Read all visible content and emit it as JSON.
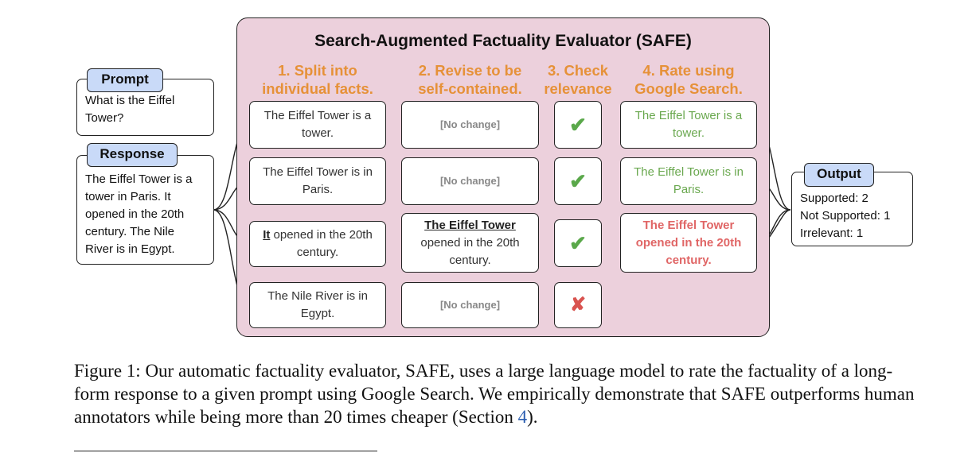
{
  "diagram": {
    "title": "Search-Augmented Factuality Evaluator (SAFE)",
    "steps": [
      {
        "line1": "1. Split into",
        "line2": "individual facts."
      },
      {
        "line1": "2. Revise to be",
        "line2": "self-contained."
      },
      {
        "line1": "3. Check",
        "line2": "relevance"
      },
      {
        "line1": "4. Rate using",
        "line2": "Google Search."
      }
    ],
    "prompt": {
      "tag": "Prompt",
      "text": "What is the Eiffel Tower?"
    },
    "response": {
      "tag": "Response",
      "text": "The Eiffel Tower is a tower in Paris. It opened in the 20th century. The Nile River is in Egypt."
    },
    "facts": [
      {
        "split": "The Eiffel Tower is a tower.",
        "revised": "[No change]",
        "relevance": "✔",
        "rating": "The Eiffel Tower is a tower."
      },
      {
        "split": "The Eiffel Tower is in Paris.",
        "revised": "[No change]",
        "relevance": "✔",
        "rating": "The Eiffel Tower is in Paris."
      },
      {
        "split_pronoun": "It",
        "split_rest": " opened in the 20th century.",
        "revised_subject": "The Eiffel Tower",
        "revised_rest": " opened in the 20th century.",
        "relevance": "✔",
        "rating": "The Eiffel Tower opened in the 20th century."
      },
      {
        "split": "The Nile River is in Egypt.",
        "revised": "[No change]",
        "relevance": "✘"
      }
    ],
    "output": {
      "tag": "Output",
      "lines": [
        "Supported: 2",
        "Not Supported: 1",
        "Irrelevant: 1"
      ]
    }
  },
  "caption": {
    "text": "Figure 1: Our automatic factuality evaluator, SAFE, uses a large language model to rate the factuality of a long-form response to a given prompt using Google Search. We empirically demonstrate that SAFE outperforms human annotators while being more than 20 times cheaper (Section ",
    "ref": "4",
    "tail": ")."
  },
  "colors": {
    "panel": "#ecd0dc",
    "step_label": "#e69138",
    "tag": "#c9daf8",
    "supported": "#6aa84f",
    "not_supported": "#e06666"
  }
}
